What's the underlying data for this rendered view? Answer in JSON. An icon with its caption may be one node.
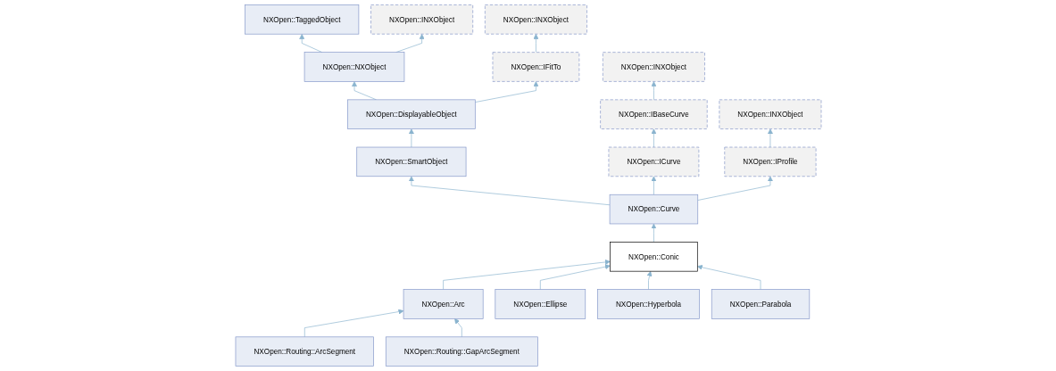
{
  "diagram": {
    "nodes": [
      {
        "text": [
          "NXOpen::TaggedObject"
        ]
      },
      {
        "text": [
          "NXOpen::INXObject"
        ]
      },
      {
        "text": [
          "NXOpen::INXObject"
        ]
      },
      {
        "text": [
          "NXOpen::NXObject"
        ]
      },
      {
        "text": [
          "NXOpen::IFitTo"
        ]
      },
      {
        "text": [
          "NXOpen::INXObject"
        ]
      },
      {
        "text": [
          "NXOpen::DisplayableObject"
        ]
      },
      {
        "text": [
          "NXOpen::IBaseCurve"
        ]
      },
      {
        "text": [
          "NXOpen::INXObject"
        ]
      },
      {
        "text": [
          "NXOpen::SmartObject"
        ]
      },
      {
        "text": [
          "NXOpen::ICurve"
        ]
      },
      {
        "text": [
          "NXOpen::IProfile"
        ]
      },
      {
        "text": [
          "NXOpen::Curve"
        ]
      },
      {
        "text": [
          "NXOpen::Conic"
        ]
      },
      {
        "text": [
          "NXOpen::Arc"
        ]
      },
      {
        "text": [
          "NXOpen::Ellipse"
        ]
      },
      {
        "text": [
          "NXOpen::Hyperbola"
        ]
      },
      {
        "text": [
          "NXOpen::Parabola"
        ]
      },
      {
        "text": [
          "NXOpen::Routing::ArcSegment"
        ]
      },
      {
        "text": [
          "NXOpen::Routing::GapArcSegment"
        ]
      }
    ],
    "edges": [
      {
        "from": 3,
        "to": 0,
        "arrow": "to"
      },
      {
        "from": 3,
        "to": 1,
        "arrow": "to"
      },
      {
        "from": 4,
        "to": 2,
        "arrow": "to"
      },
      {
        "from": 6,
        "to": 3,
        "arrow": "to"
      },
      {
        "from": 6,
        "to": 4,
        "arrow": "to"
      },
      {
        "from": 9,
        "to": 6,
        "arrow": "to"
      },
      {
        "from": 7,
        "to": 5,
        "arrow": "to"
      },
      {
        "from": 10,
        "to": 7,
        "arrow": "to"
      },
      {
        "from": 11,
        "to": 8,
        "arrow": "to"
      },
      {
        "from": 12,
        "to": 9,
        "arrow": "to"
      },
      {
        "from": 12,
        "to": 10,
        "arrow": "to"
      },
      {
        "from": 12,
        "to": 11,
        "arrow": "to"
      },
      {
        "from": 13,
        "to": 12,
        "arrow": "to"
      },
      {
        "from": 14,
        "to": 13,
        "arrow": "to"
      },
      {
        "from": 15,
        "to": 13,
        "arrow": "to"
      },
      {
        "from": 16,
        "to": 13,
        "arrow": "to"
      },
      {
        "from": 17,
        "to": 13,
        "arrow": "to"
      },
      {
        "from": 18,
        "to": 14,
        "arrow": "to"
      },
      {
        "from": 19,
        "to": 14,
        "arrow": "to"
      }
    ]
  }
}
